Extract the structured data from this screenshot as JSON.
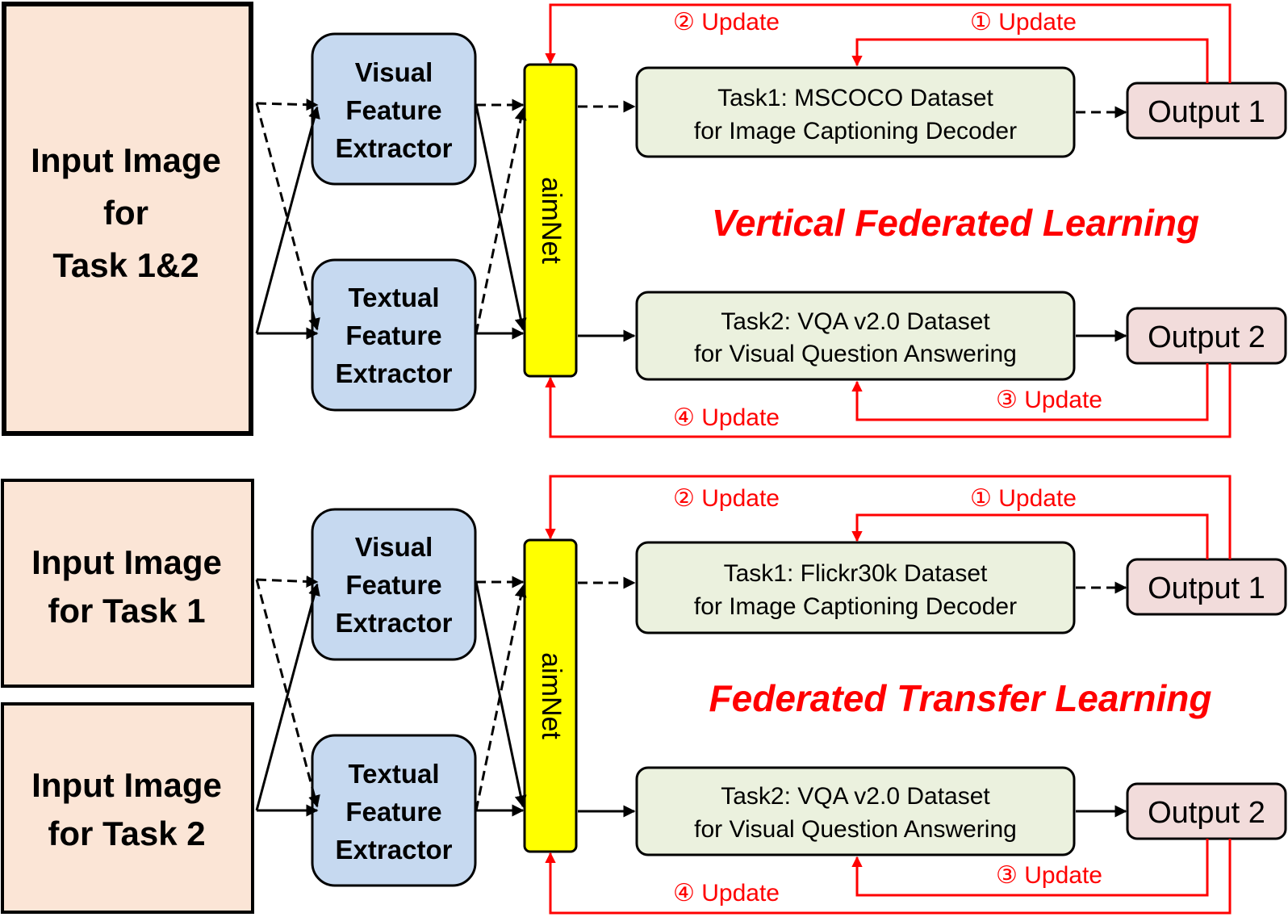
{
  "panels": [
    {
      "id": "vertical",
      "title": "Vertical Federated Learning",
      "inputs": [
        {
          "lines": [
            "Input Image",
            "for",
            "Task 1&2"
          ]
        }
      ],
      "visual_extractor": [
        "Visual",
        "Feature",
        "Extractor"
      ],
      "textual_extractor": [
        "Textual",
        "Feature",
        "Extractor"
      ],
      "aimnet": "aimNet",
      "task1": [
        "Task1: MSCOCO Dataset",
        "for Image Captioning Decoder"
      ],
      "task2": [
        "Task2: VQA v2.0 Dataset",
        "for Visual Question Answering"
      ],
      "output1": "Output 1",
      "output2": "Output 2",
      "updates": {
        "u1": "① Update",
        "u2": "② Update",
        "u3": "③ Update",
        "u4": "④ Update"
      }
    },
    {
      "id": "transfer",
      "title": "Federated Transfer Learning",
      "inputs": [
        {
          "lines": [
            "Input Image",
            "for Task 1"
          ]
        },
        {
          "lines": [
            "Input Image",
            "for Task 2"
          ]
        }
      ],
      "visual_extractor": [
        "Visual",
        "Feature",
        "Extractor"
      ],
      "textual_extractor": [
        "Textual",
        "Feature",
        "Extractor"
      ],
      "aimnet": "aimNet",
      "task1": [
        "Task1: Flickr30k Dataset",
        "for Image Captioning Decoder"
      ],
      "task2": [
        "Task2: VQA v2.0 Dataset",
        "for Visual Question Answering"
      ],
      "output1": "Output 1",
      "output2": "Output 2",
      "updates": {
        "u1": "① Update",
        "u2": "② Update",
        "u3": "③ Update",
        "u4": "④ Update"
      }
    }
  ],
  "colors": {
    "input_fill": "#fbe5d6",
    "extractor_fill": "#c6d9f0",
    "aimnet_fill": "#ffff00",
    "task_fill": "#ebf1de",
    "output_fill": "#f2dcdb",
    "accent_red": "#ff0000"
  }
}
